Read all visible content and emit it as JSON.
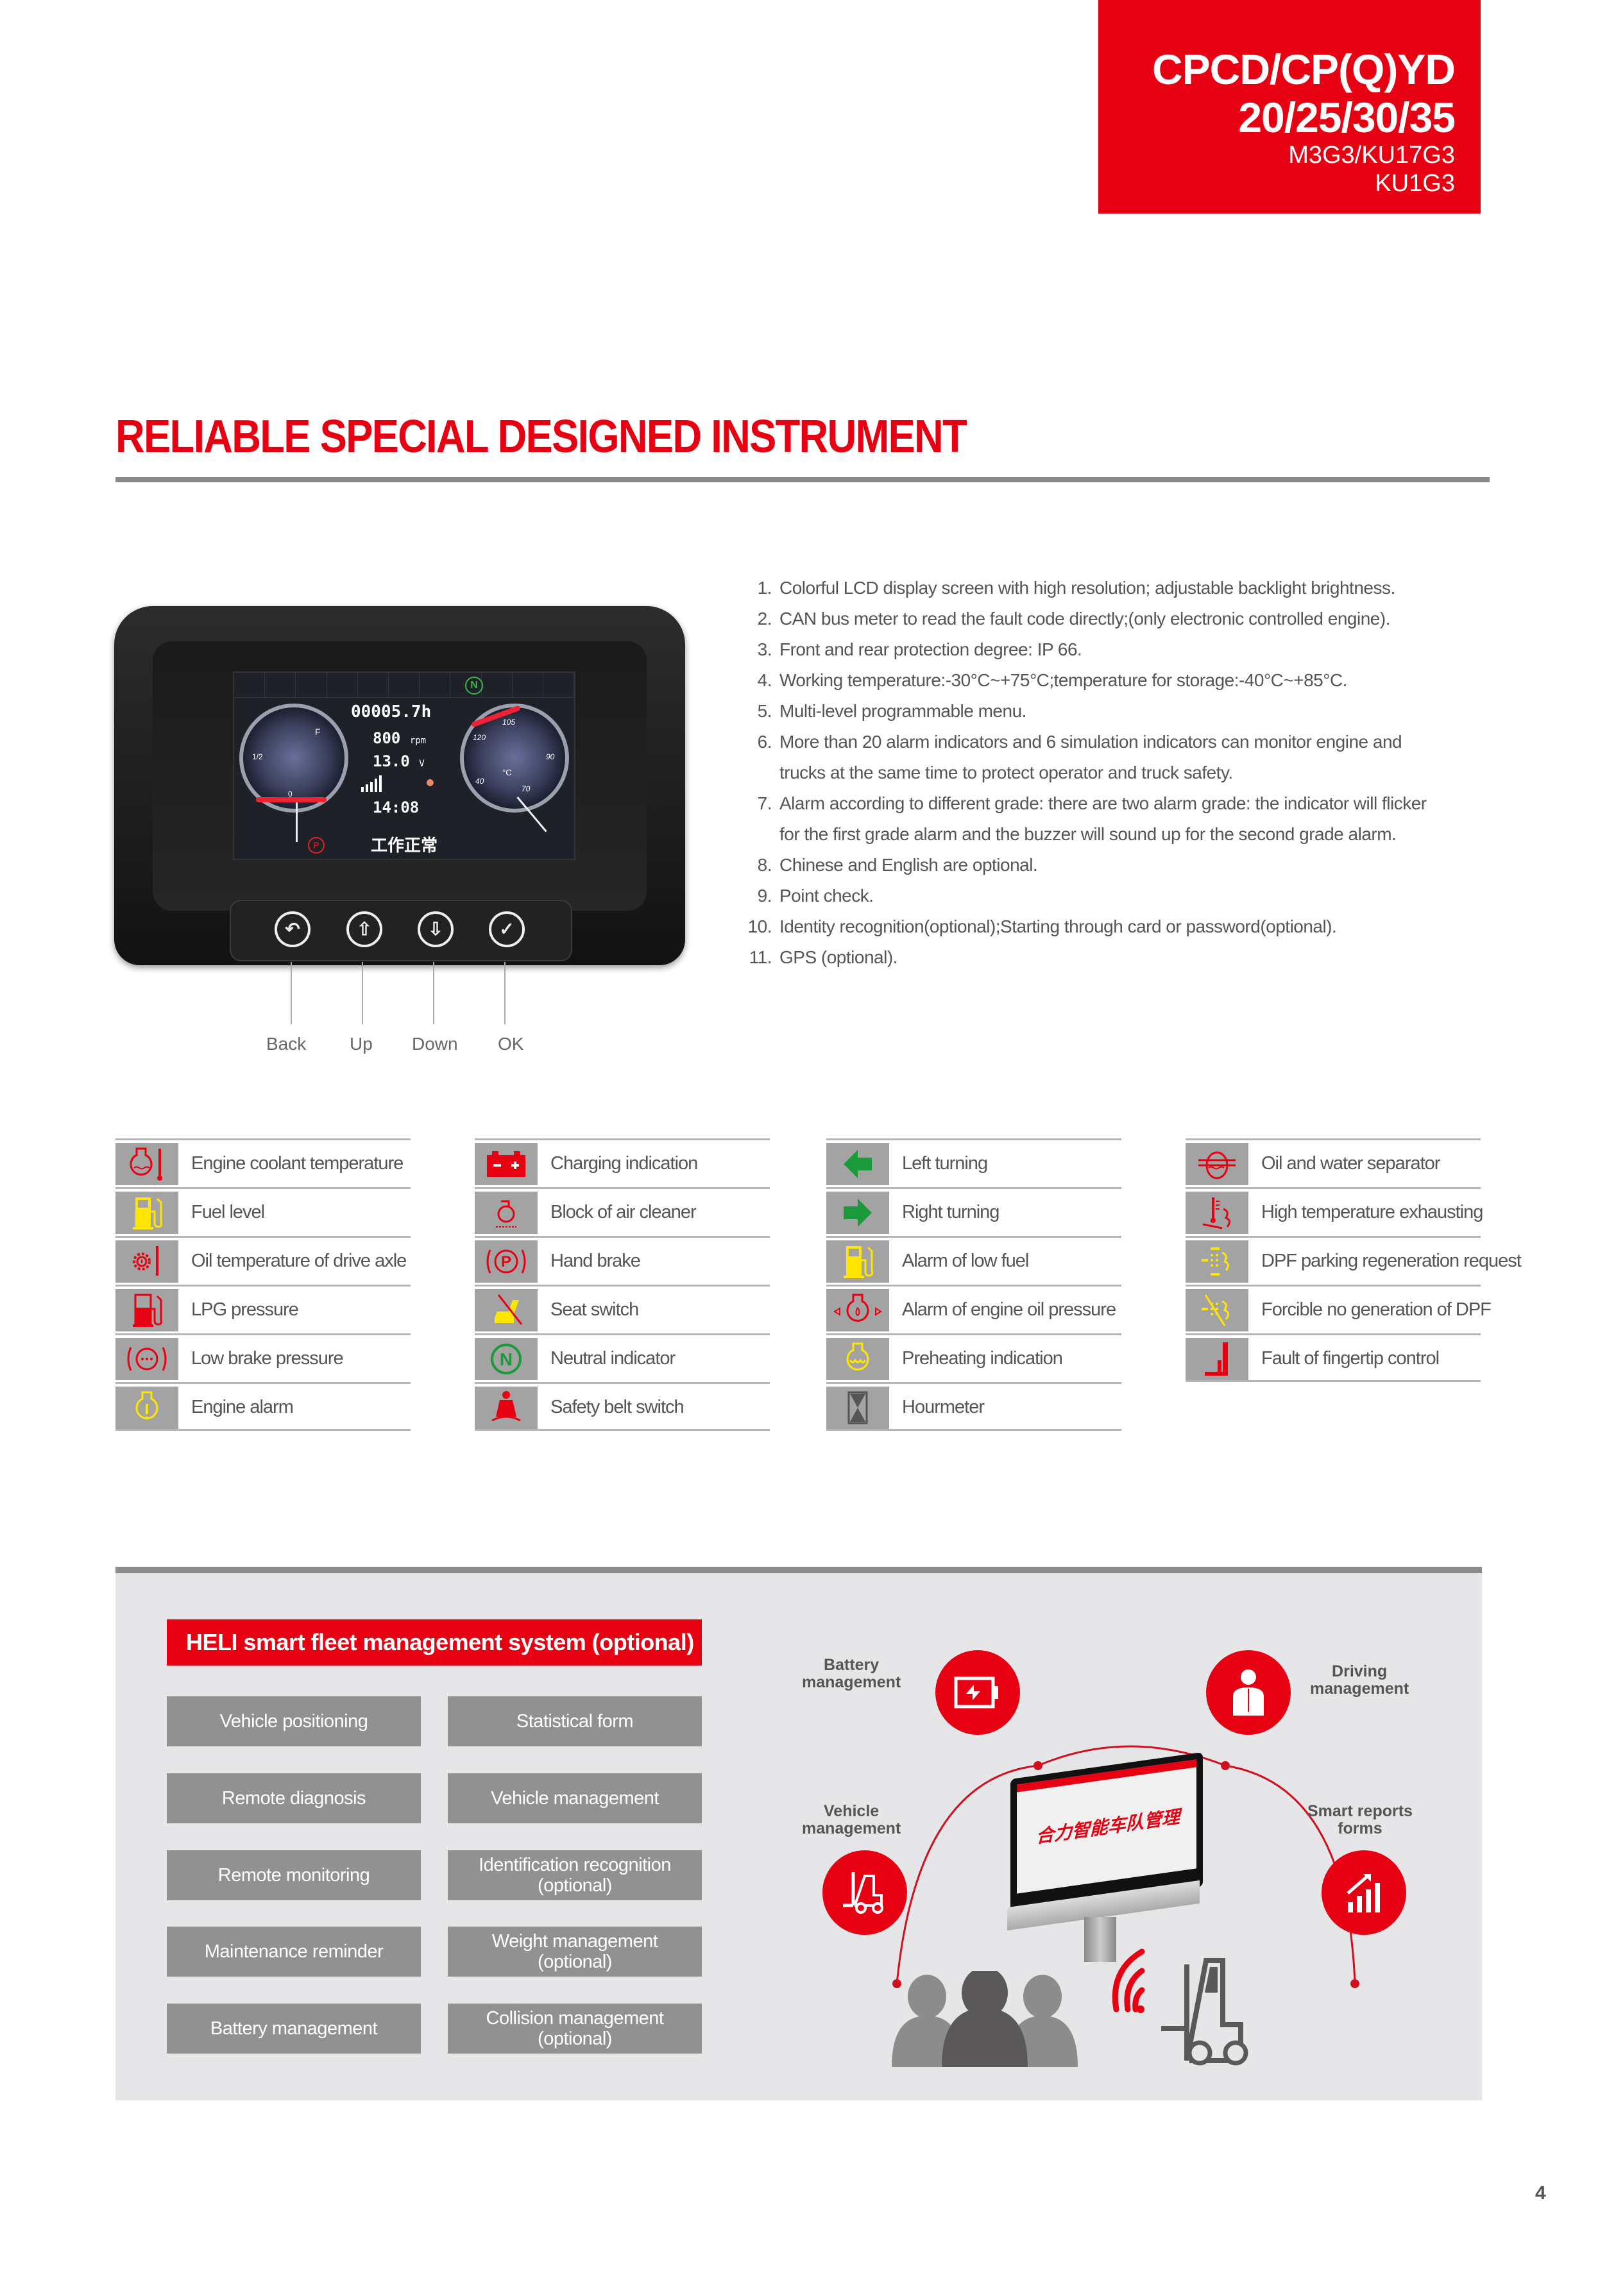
{
  "header": {
    "model_line1": "CPCD/CP(Q)YD",
    "model_line2": "20/25/30/35",
    "engine_line1": "M3G3/KU17G3",
    "engine_line2": "KU1G3",
    "bg_color": "#e60012"
  },
  "section_title": "RELIABLE SPECIAL DESIGNED INSTRUMENT",
  "instrument": {
    "hour_meter": "00005.7h",
    "rpm_value": "800",
    "rpm_unit": "rpm",
    "voltage": "13.0",
    "voltage_unit": "V",
    "clock": "14:08",
    "status_message": "工作正常",
    "neutral_symbol": "N",
    "parking_symbol": "P",
    "left_gauge_labels": [
      "F",
      "1/2",
      "0"
    ],
    "right_gauge_labels": [
      "120",
      "105",
      "90",
      "70",
      "40",
      "°C"
    ],
    "buttons": [
      {
        "label": "Back",
        "glyph": "↶"
      },
      {
        "label": "Up",
        "glyph": "⇧"
      },
      {
        "label": "Down",
        "glyph": "⇩"
      },
      {
        "label": "OK",
        "glyph": "✓"
      }
    ]
  },
  "features": [
    {
      "num": "1.",
      "text": "Colorful LCD display screen with high resolution; adjustable backlight brightness."
    },
    {
      "num": "2.",
      "text": "CAN bus meter to read the fault code directly;(only electronic controlled engine)."
    },
    {
      "num": "3.",
      "text": "Front and rear protection degree: IP 66."
    },
    {
      "num": "4.",
      "text": "Working temperature:-30°C~+75°C;temperature for storage:-40°C~+85°C."
    },
    {
      "num": "5.",
      "text": "Multi-level programmable menu."
    },
    {
      "num": "6.",
      "text": "More than 20 alarm indicators and 6 simulation indicators can monitor engine and"
    },
    {
      "num": "",
      "text": "trucks at the same time to protect operator and truck safety."
    },
    {
      "num": "7.",
      "text": "Alarm according to different grade: there are two alarm grade: the indicator will flicker"
    },
    {
      "num": "",
      "text": "for the first grade alarm and the buzzer will sound up for the second grade alarm."
    },
    {
      "num": "8.",
      "text": "Chinese and English are optional."
    },
    {
      "num": "9.",
      "text": "Point check."
    },
    {
      "num": "10.",
      "text": "Identity recognition(optional);Starting through card or password(optional)."
    },
    {
      "num": "11.",
      "text": "GPS (optional)."
    }
  ],
  "indicators": [
    [
      {
        "label": "Engine coolant temperature",
        "icon": "coolant-temp-icon",
        "color": "#e60012"
      },
      {
        "label": "Fuel level",
        "icon": "fuel-pump-icon",
        "color": "#ffe600"
      },
      {
        "label": "Oil temperature of drive axle",
        "icon": "axle-oil-temp-icon",
        "color": "#e60012"
      },
      {
        "label": "LPG pressure",
        "icon": "lpg-pump-icon",
        "color": "#e60012"
      },
      {
        "label": "Low brake pressure",
        "icon": "brake-pressure-icon",
        "color": "#e60012"
      },
      {
        "label": "Engine alarm",
        "icon": "engine-alarm-icon",
        "color": "#ffe600"
      }
    ],
    [
      {
        "label": "Charging indication",
        "icon": "battery-icon",
        "color": "#e60012"
      },
      {
        "label": "Block of air cleaner",
        "icon": "air-cleaner-icon",
        "color": "#e60012"
      },
      {
        "label": "Hand brake",
        "icon": "hand-brake-icon",
        "color": "#e60012"
      },
      {
        "label": "Seat switch",
        "icon": "seat-icon",
        "color": "#ffe600"
      },
      {
        "label": "Neutral indicator",
        "icon": "neutral-icon",
        "color": "#1a9a3a"
      },
      {
        "label": "Safety belt switch",
        "icon": "seat-belt-icon",
        "color": "#e60012"
      }
    ],
    [
      {
        "label": "Left turning",
        "icon": "arrow-left-icon",
        "color": "#1a9a3a"
      },
      {
        "label": "Right turning",
        "icon": "arrow-right-icon",
        "color": "#1a9a3a"
      },
      {
        "label": "Alarm of low fuel",
        "icon": "low-fuel-icon",
        "color": "#ffe600"
      },
      {
        "label": "Alarm of engine oil pressure",
        "icon": "oil-pressure-icon",
        "color": "#e60012"
      },
      {
        "label": "Preheating indication",
        "icon": "preheat-icon",
        "color": "#ffe600"
      },
      {
        "label": "Hourmeter",
        "icon": "hourglass-icon",
        "color": "#555555"
      }
    ],
    [
      {
        "label": "Oil and water separator",
        "icon": "water-separator-icon",
        "color": "#e60012"
      },
      {
        "label": "High temperature exhausting",
        "icon": "exhaust-temp-icon",
        "color": "#e60012"
      },
      {
        "label": "DPF parking regeneration request",
        "icon": "dpf-regen-icon",
        "color": "#ffe600"
      },
      {
        "label": "Forcible no generation of DPF",
        "icon": "dpf-inhibit-icon",
        "color": "#ffe600"
      },
      {
        "label": "Fault of fingertip control",
        "icon": "fingertip-control-icon",
        "color": "#e60012"
      }
    ]
  ],
  "fleet": {
    "title": "HELI smart fleet management system (optional)",
    "buttons_left": [
      "Vehicle positioning",
      "Remote diagnosis",
      "Remote monitoring",
      "Maintenance reminder",
      "Battery management"
    ],
    "buttons_right": [
      {
        "line1": "Statistical form",
        "line2": ""
      },
      {
        "line1": "Vehicle management",
        "line2": ""
      },
      {
        "line1": "Identification recognition",
        "line2": "(optional)"
      },
      {
        "line1": "Weight management",
        "line2": "(optional)"
      },
      {
        "line1": "Collision management",
        "line2": "(optional)"
      }
    ],
    "diagram": {
      "battery_label_1": "Battery",
      "battery_label_2": "management",
      "driving_label_1": "Driving",
      "driving_label_2": "management",
      "vehicle_label_1": "Vehicle",
      "vehicle_label_2": "management",
      "reports_label_1": "Smart reports",
      "reports_label_2": "forms",
      "monitor_text": "合力智能车队管理"
    }
  },
  "page_number": "4"
}
